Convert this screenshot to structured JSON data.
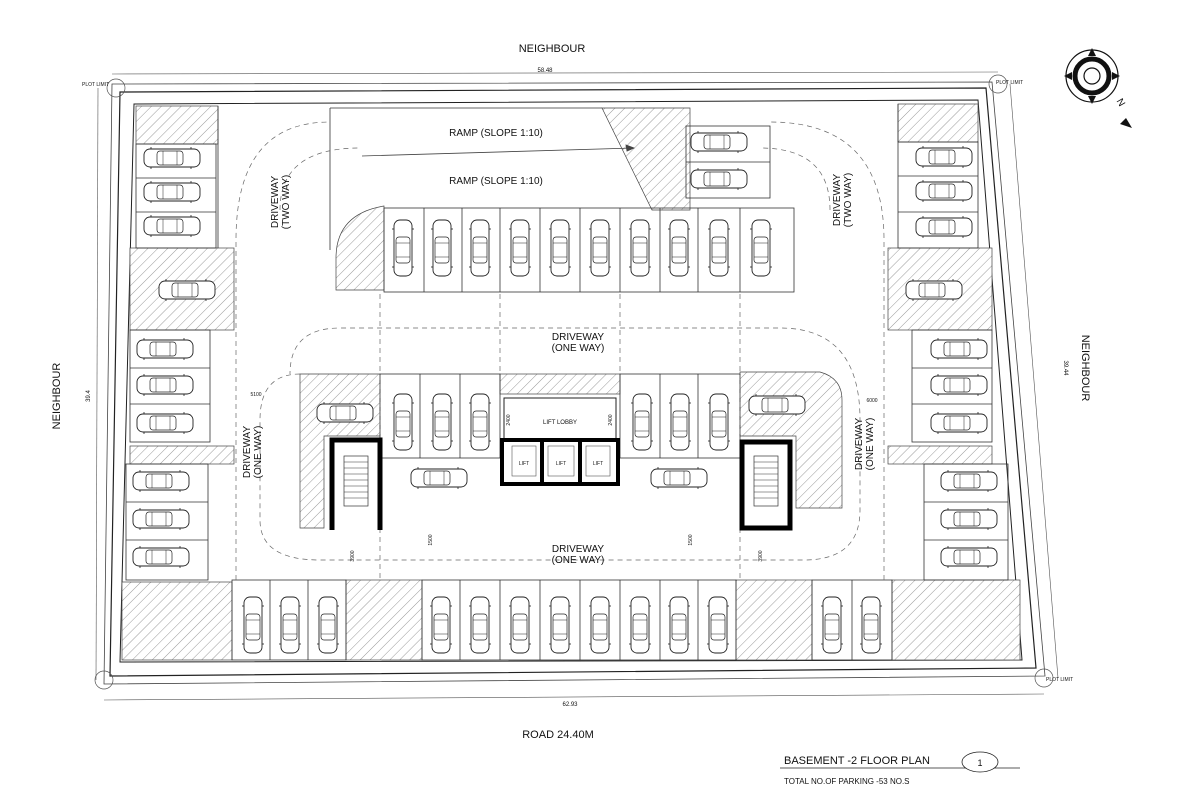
{
  "labels": {
    "neighbour_top": "NEIGHBOUR",
    "neighbour_left": "NEIGHBOUR",
    "neighbour_right": "NEIGHBOUR",
    "road": "ROAD 24.40M",
    "plot_limit": "PLOT LIMIT",
    "dim_top": "58.48",
    "dim_bottom": "62.93",
    "dim_left": "39.4",
    "dim_right": "39.44",
    "ramp_1": "RAMP (SLOPE 1:10)",
    "ramp_2": "RAMP (SLOPE 1:10)",
    "driveway_two_way_line1": "DRIVEWAY",
    "driveway_two_way_line2": "(TWO WAY)",
    "driveway_one_way_line1": "DRIVEWAY",
    "driveway_one_way_line2": "(ONE WAY)",
    "lift_lobby": "LIFT LOBBY",
    "lift": "LIFT",
    "dim_5100": "5100",
    "dim_6000": "6000",
    "dim_2400": "2400",
    "dim_3900": "3900",
    "dim_1500": "1500",
    "north": "N"
  },
  "title_block": {
    "title": "BASEMENT -2 FLOOR PLAN",
    "subtitle": "TOTAL NO.OF PARKING -53 NO.S",
    "sheet_number": "1"
  }
}
